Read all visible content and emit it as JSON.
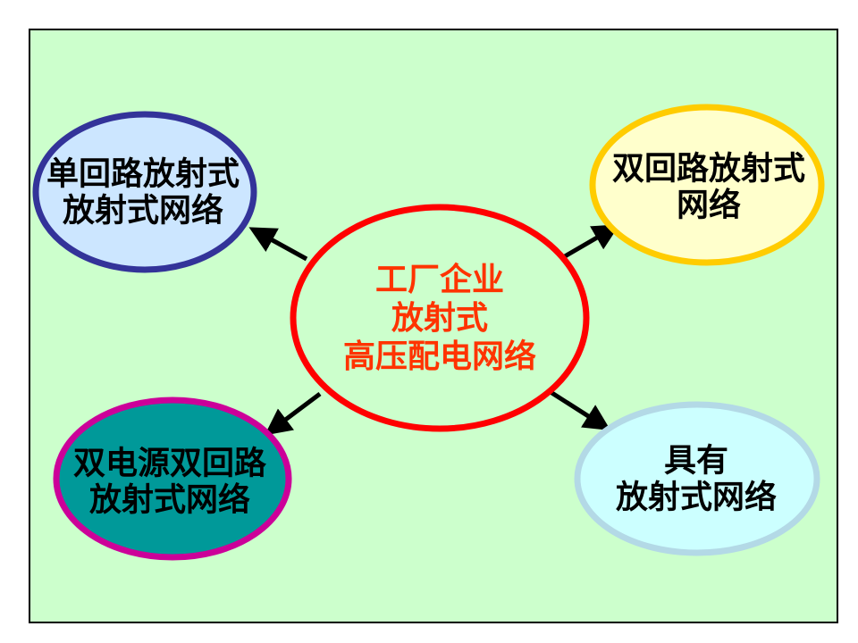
{
  "diagram": {
    "background_color": "#ccffcc",
    "center": {
      "lines": [
        "工厂企业",
        "放射式",
        "高压配电网络"
      ],
      "fill": "#ccffcc",
      "stroke": "#ff0000",
      "text_color": "#ff3300"
    },
    "nodes": [
      {
        "id": "top-left",
        "lines": [
          "单回路放射式",
          "放射式网络"
        ],
        "fill": "#cce6ff",
        "stroke": "#333399",
        "text_color": "#000000"
      },
      {
        "id": "top-right",
        "lines": [
          "双回路放射式",
          "网络"
        ],
        "fill": "#ffffcc",
        "stroke": "#ffcc00",
        "text_color": "#000000"
      },
      {
        "id": "bottom-left",
        "lines": [
          "双电源双回路",
          "放射式网络"
        ],
        "fill": "#009999",
        "stroke": "#cc0099",
        "text_color": "#000000"
      },
      {
        "id": "bottom-right",
        "lines": [
          "具有",
          "放射式网络"
        ],
        "fill": "#ccffff",
        "stroke": "#b3d9e6",
        "text_color": "#000000"
      }
    ],
    "arrow_color": "#000000"
  }
}
